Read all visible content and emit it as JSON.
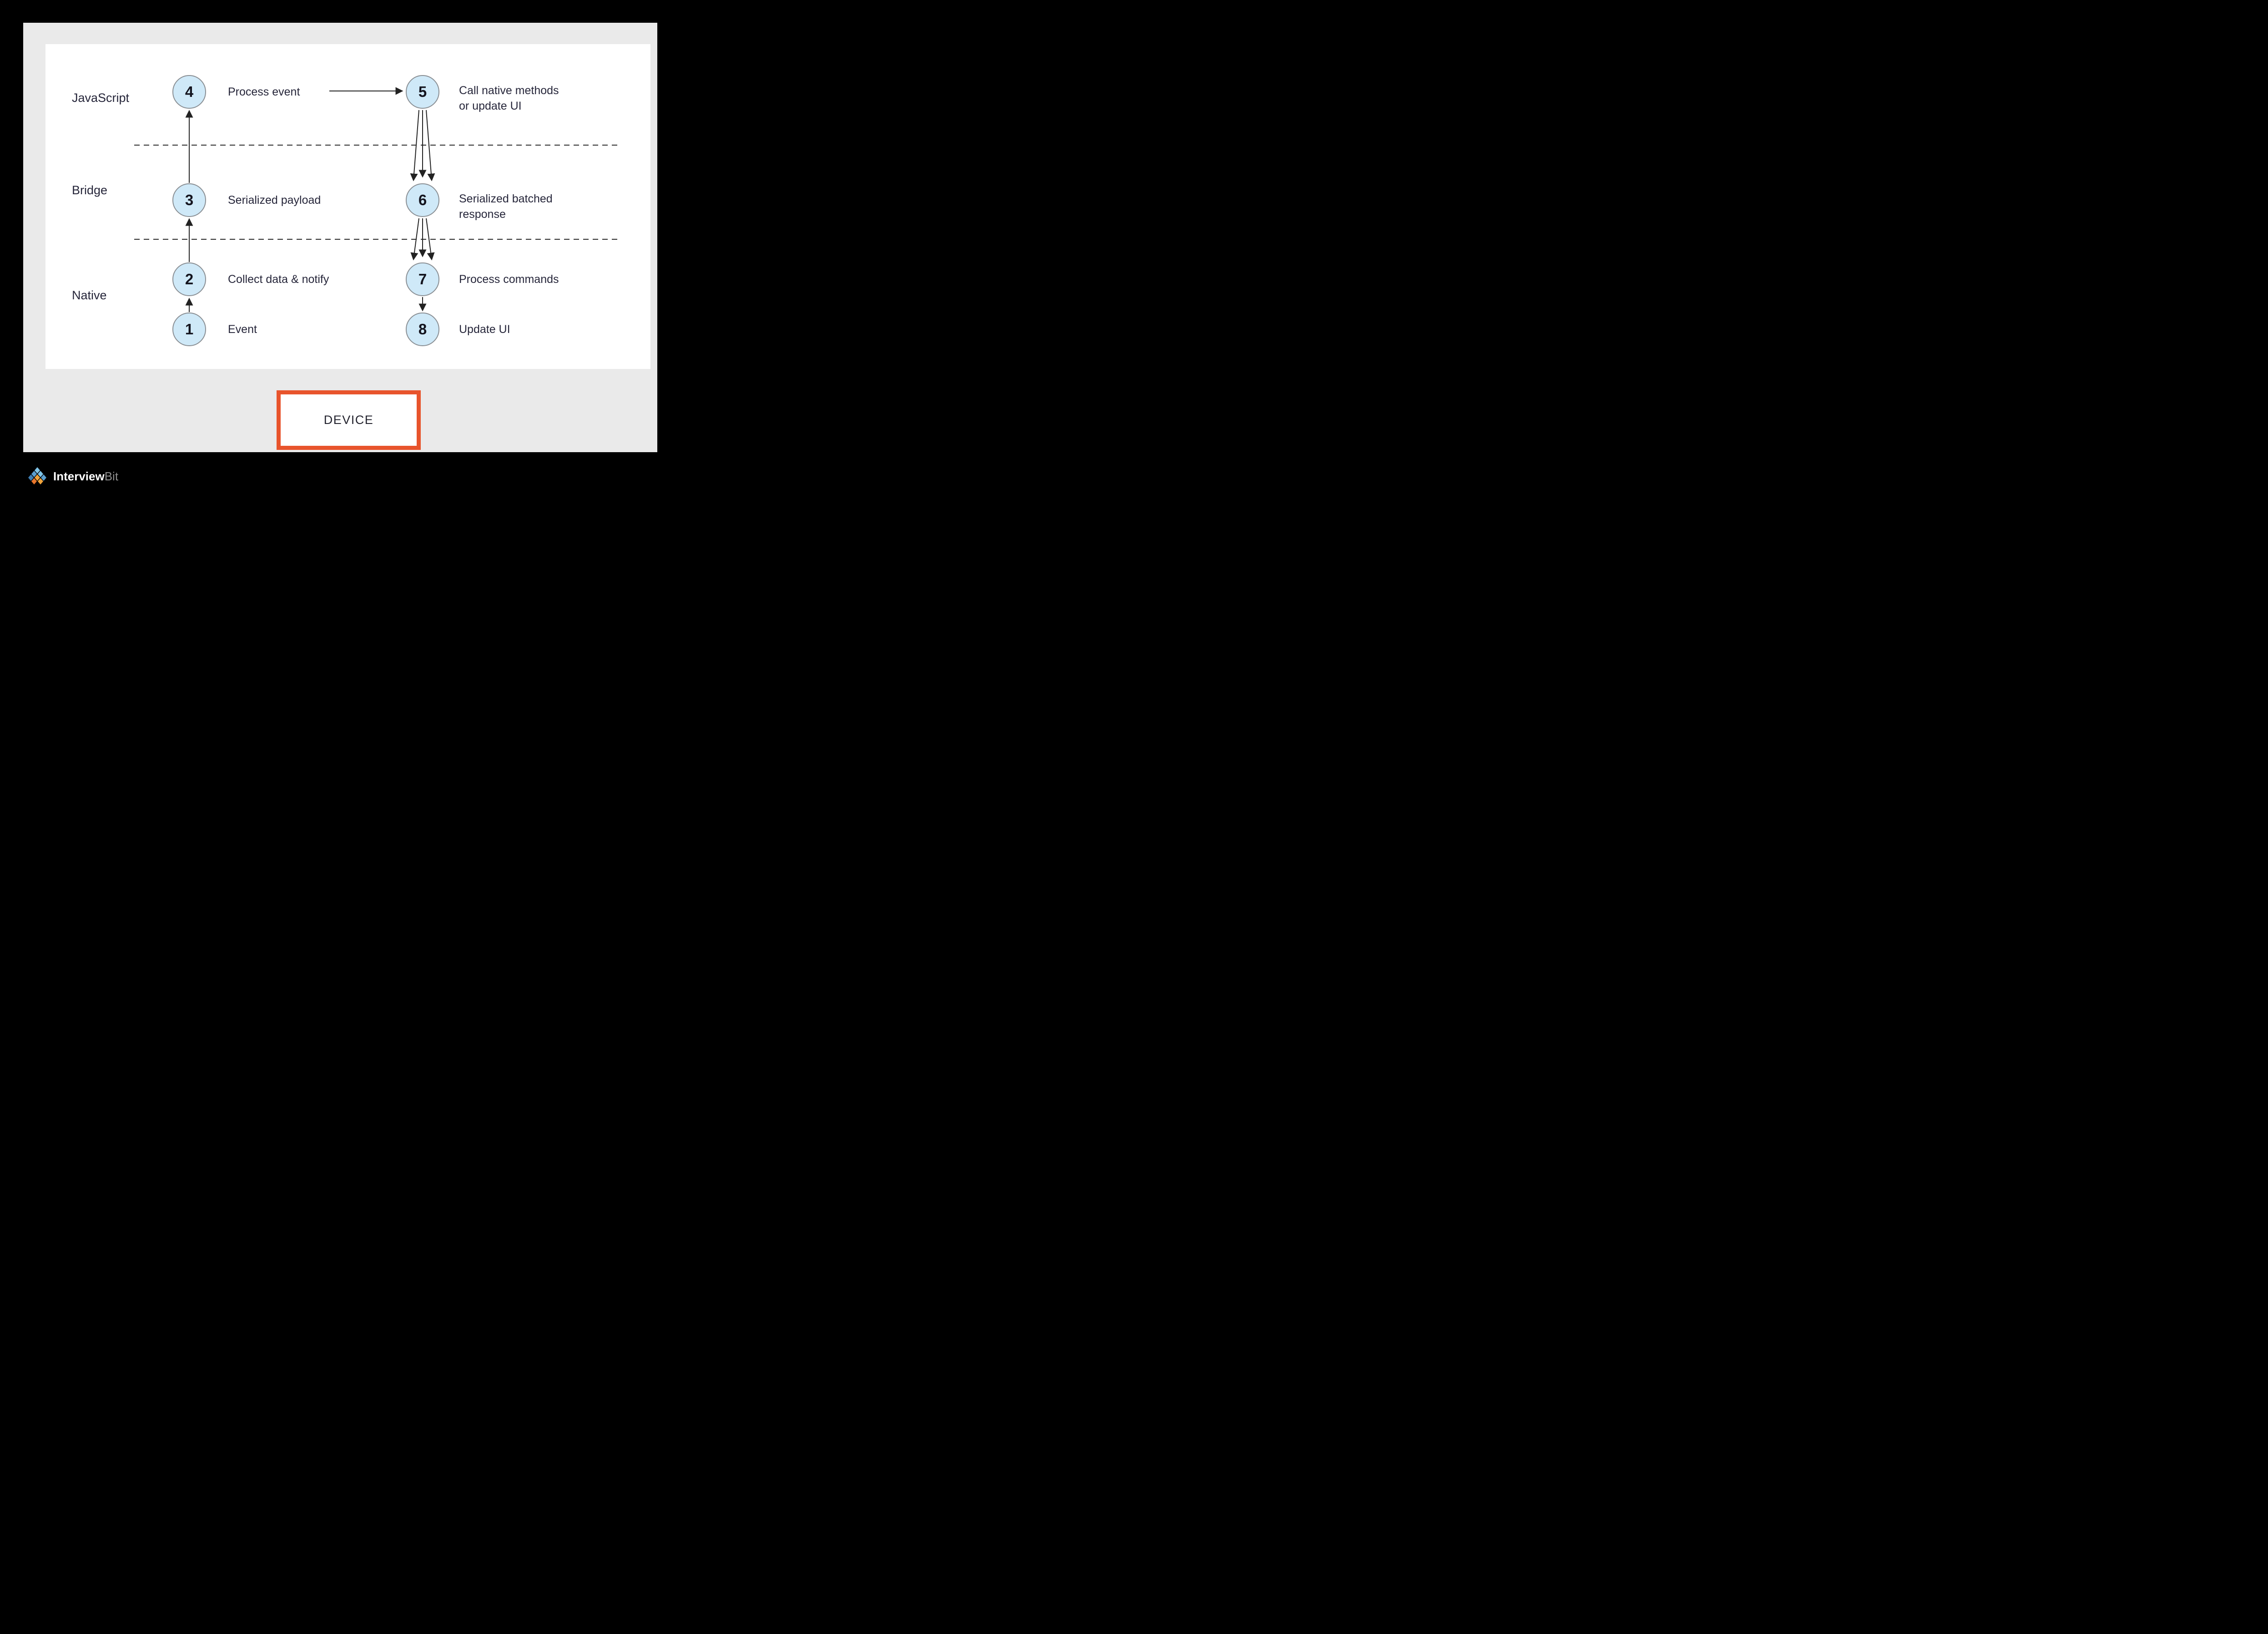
{
  "layers": {
    "javascript": "JavaScript",
    "bridge": "Bridge",
    "native": "Native"
  },
  "nodes": {
    "n1": {
      "num": "1",
      "label": "Event"
    },
    "n2": {
      "num": "2",
      "label": "Collect data & notify"
    },
    "n3": {
      "num": "3",
      "label": "Serialized payload"
    },
    "n4": {
      "num": "4",
      "label": "Process event"
    },
    "n5": {
      "num": "5",
      "label": "Call native methods\nor update UI"
    },
    "n6": {
      "num": "6",
      "label": "Serialized batched\nresponse"
    },
    "n7": {
      "num": "7",
      "label": "Process commands"
    },
    "n8": {
      "num": "8",
      "label": "Update UI"
    }
  },
  "device": {
    "label": "DEVICE"
  },
  "brand": {
    "primary": "Interview",
    "secondary": "Bit"
  },
  "colors": {
    "background": "#000000",
    "panel_gray": "#eaeaea",
    "diagram_white": "#ffffff",
    "node_fill": "#cfe9f8",
    "node_border": "#8a8f94",
    "arrow": "#222222",
    "accent_orange": "#e8542c",
    "brand_blue": "#5b9fd0",
    "brand_orange": "#f0a43c",
    "text_dark": "#26263a"
  }
}
